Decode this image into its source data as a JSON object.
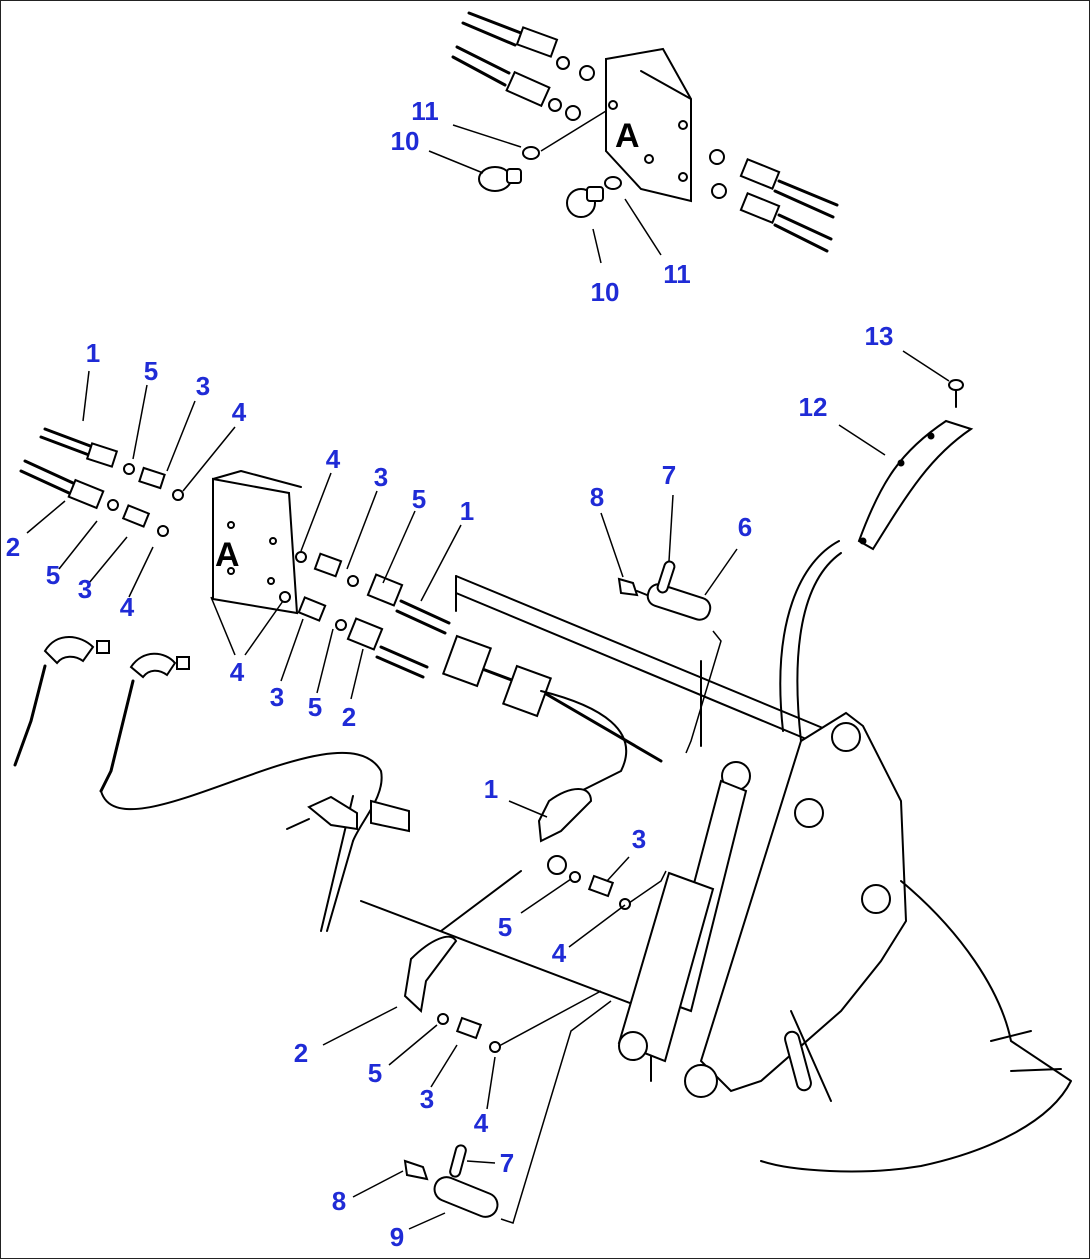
{
  "diagram": {
    "block_letter": "A",
    "callouts": [
      {
        "id": "c-11-top",
        "label": "11"
      },
      {
        "id": "c-10-top",
        "label": "10"
      },
      {
        "id": "c-10-bot",
        "label": "10"
      },
      {
        "id": "c-11-bot",
        "label": "11"
      },
      {
        "id": "c-13",
        "label": "13"
      },
      {
        "id": "c-12",
        "label": "12"
      },
      {
        "id": "c-1-a",
        "label": "1"
      },
      {
        "id": "c-5-a",
        "label": "5"
      },
      {
        "id": "c-3-a",
        "label": "3"
      },
      {
        "id": "c-4-a",
        "label": "4"
      },
      {
        "id": "c-2-a",
        "label": "2"
      },
      {
        "id": "c-5-b",
        "label": "5"
      },
      {
        "id": "c-3-b",
        "label": "3"
      },
      {
        "id": "c-4-b",
        "label": "4"
      },
      {
        "id": "c-4-c",
        "label": "4"
      },
      {
        "id": "c-3-c",
        "label": "3"
      },
      {
        "id": "c-5-c",
        "label": "5"
      },
      {
        "id": "c-1-b",
        "label": "1"
      },
      {
        "id": "c-4-d",
        "label": "4"
      },
      {
        "id": "c-3-d",
        "label": "3"
      },
      {
        "id": "c-5-d",
        "label": "5"
      },
      {
        "id": "c-2-b",
        "label": "2"
      },
      {
        "id": "c-8-a",
        "label": "8"
      },
      {
        "id": "c-7-a",
        "label": "7"
      },
      {
        "id": "c-6",
        "label": "6"
      },
      {
        "id": "c-1-c",
        "label": "1"
      },
      {
        "id": "c-3-e",
        "label": "3"
      },
      {
        "id": "c-5-e",
        "label": "5"
      },
      {
        "id": "c-4-e",
        "label": "4"
      },
      {
        "id": "c-2-c",
        "label": "2"
      },
      {
        "id": "c-5-f",
        "label": "5"
      },
      {
        "id": "c-3-f",
        "label": "3"
      },
      {
        "id": "c-4-f",
        "label": "4"
      },
      {
        "id": "c-7-b",
        "label": "7"
      },
      {
        "id": "c-8-b",
        "label": "8"
      },
      {
        "id": "c-9",
        "label": "9"
      }
    ]
  }
}
